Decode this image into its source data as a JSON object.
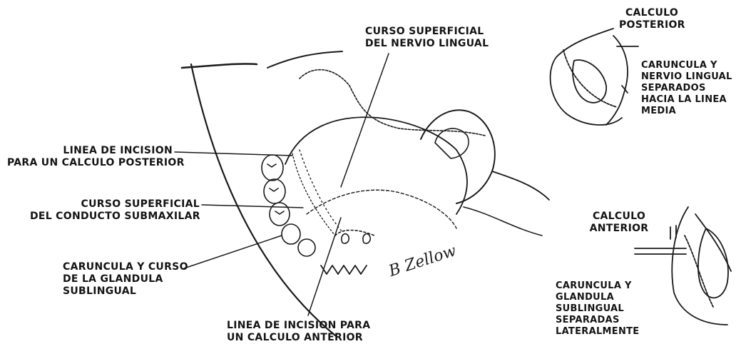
{
  "labels": {
    "nervio_superficial": [
      "CURSO SUPERFICIAL",
      "DEL NERVIO LINGUAL"
    ],
    "incision_posterior": [
      "LINEA DE INCISION",
      "PARA UN CALCULO POSTERIOR"
    ],
    "conducto_submaxilar": [
      "CURSO SUPERFICIAL",
      "DEL CONDUCTO SUBMAXILAR"
    ],
    "caruncula_glandula": [
      "CARUNCULA Y CURSO",
      "DE LA GLANDULA",
      "SUBLINGUAL"
    ],
    "incision_anterior": [
      "LINEA DE INCISION PARA",
      "UN CALCULO ANTERIOR"
    ],
    "calculo_posterior_title": [
      "CALCULO",
      "POSTERIOR"
    ],
    "calculo_posterior_desc": [
      "CARUNCULA Y",
      "NERVIO LINGUAL",
      "SEPARADOS",
      "HACIA LA LINEA",
      "MEDIA"
    ],
    "calculo_anterior_title": [
      "CALCULO",
      "ANTERIOR"
    ],
    "calculo_anterior_desc": [
      "CARUNCULA Y",
      "GLANDULA",
      "SUBLINGUAL",
      "SEPARADAS",
      "LATERALMENTE"
    ]
  },
  "signature": "B Zellow"
}
